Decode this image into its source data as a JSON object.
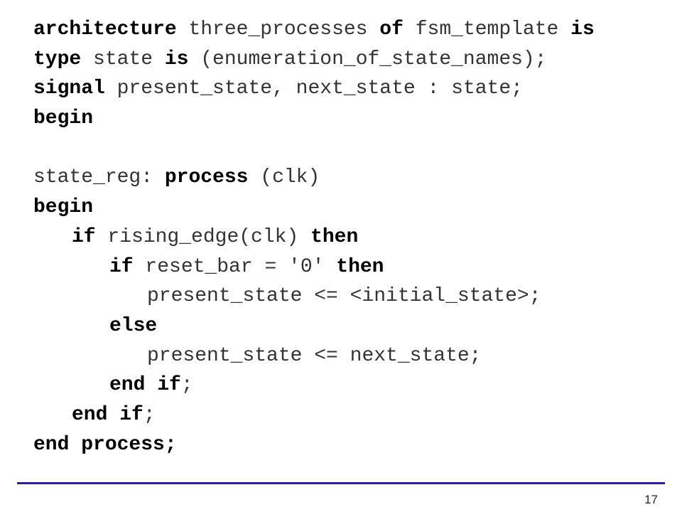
{
  "code": {
    "l1": {
      "k1": "architecture",
      "t1": " three_processes ",
      "k2": "of",
      "t2": " fsm_template ",
      "k3": "is"
    },
    "l2": {
      "k1": "type",
      "t1": " state ",
      "k2": "is",
      "t2": " (enumeration_of_state_names);"
    },
    "l3": {
      "k1": "signal",
      "t1": " present_state, next_state : state;"
    },
    "l4": {
      "k1": "begin"
    },
    "l6": {
      "t1": "state_reg: ",
      "k1": "process",
      "t2": " (clk)"
    },
    "l7": {
      "k1": "begin"
    },
    "l8": {
      "k1": "if",
      "t1": " rising_edge(clk) ",
      "k2": "then"
    },
    "l9": {
      "k1": "if",
      "t1": " reset_bar = '0' ",
      "k2": "then"
    },
    "l10": {
      "t1": "present_state <= <initial_state>;"
    },
    "l11": {
      "k1": "else"
    },
    "l12": {
      "t1": "present_state <= next_state;"
    },
    "l13": {
      "k1": "end if",
      "t1": ";"
    },
    "l14": {
      "k1": "end if",
      "t1": ";"
    },
    "l15": {
      "k1": "end process;"
    }
  },
  "footer": {
    "page_number": "17",
    "rule_color": "#1f1fa8"
  }
}
